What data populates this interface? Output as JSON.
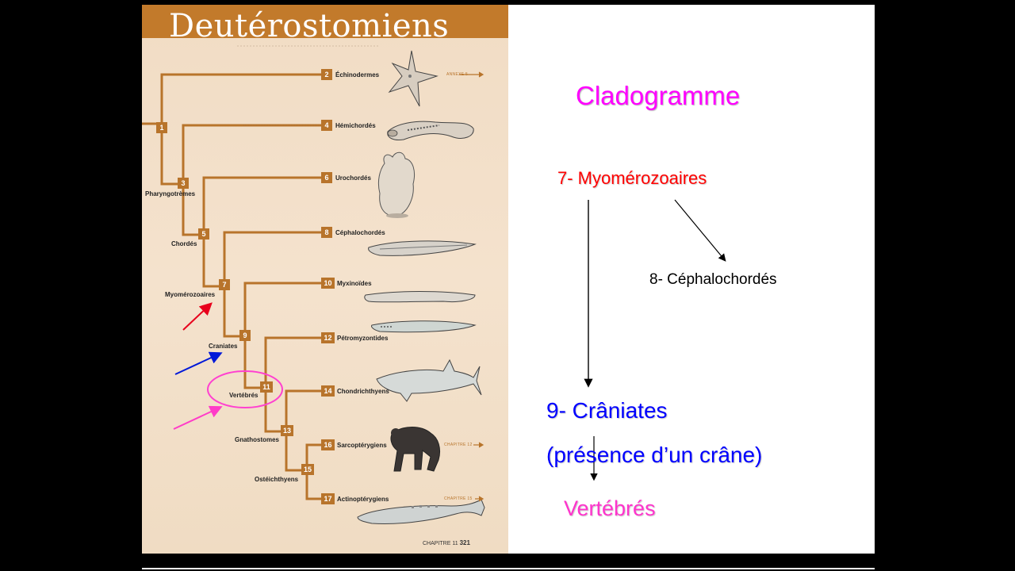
{
  "book": {
    "title": "Deutérostomiens",
    "taxa": [
      {
        "num": "2",
        "name": "Échinodermes"
      },
      {
        "num": "4",
        "name": "Hémichordés"
      },
      {
        "num": "6",
        "name": "Urochordés"
      },
      {
        "num": "8",
        "name": "Céphalochordés"
      },
      {
        "num": "10",
        "name": "Myxinoïdes"
      },
      {
        "num": "12",
        "name": "Pétromyzontides"
      },
      {
        "num": "14",
        "name": "Chondrichthyens"
      },
      {
        "num": "16",
        "name": "Sarcoptérygiens"
      },
      {
        "num": "17",
        "name": "Actinoptérygiens"
      }
    ],
    "nodes": [
      "1",
      "3",
      "5",
      "7",
      "9",
      "11",
      "13",
      "15"
    ],
    "clades": [
      "Pharyngotrèmes",
      "Chordés",
      "Myomérozoaires",
      "Craniates",
      "Vertébrés",
      "Gnathostomes",
      "Ostéichthyens"
    ],
    "refs": [
      "ANNEXE 5",
      "CHAPITRE 12",
      "CHAPITRE 15"
    ],
    "footer_chapter": "CHAPITRE 11",
    "footer_page": "321"
  },
  "notes": {
    "title": "Cladogramme",
    "myomerozoaires": "7- Myomérozoaires",
    "cephalochordes": "8-  Céphalochordés",
    "craniates": "9- Crâniates",
    "presence": "(présence d’un crâne)",
    "vertebres": "Vertébrés"
  },
  "colors": {
    "tree": "#b8742b",
    "header": "#c27a2b",
    "title_magenta": "#ff00ff",
    "myomerozoaires_red": "#ff0000",
    "craniates_blue": "#0000ff",
    "vertebres_pink": "#ff33cc",
    "arrow_red": "#e8001c",
    "arrow_blue": "#0018d8",
    "arrow_pink": "#ff3cc8",
    "circle": "#ff40d0"
  },
  "icons": [
    "starfish-illustration",
    "acorn-worm-illustration",
    "sea-squirt-illustration",
    "lancelet-illustration",
    "hagfish-illustration",
    "lamprey-illustration",
    "shark-illustration",
    "chimpanzee-illustration",
    "sturgeon-illustration"
  ]
}
